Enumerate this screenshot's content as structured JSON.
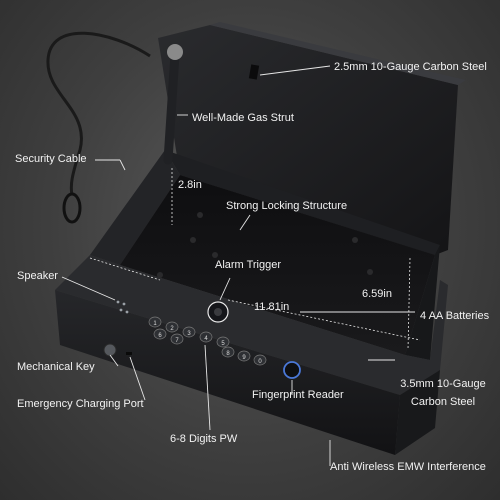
{
  "labels": {
    "carbon_steel_lid": "2.5mm 10-Gauge Carbon Steel",
    "gas_strut": "Well-Made Gas Strut",
    "security_cable": "Security Cable",
    "height": "2.8in",
    "locking_structure": "Strong Locking Structure",
    "speaker": "Speaker",
    "alarm_trigger": "Alarm Trigger",
    "depth": "6.59in",
    "width": "11.81in",
    "batteries": "4 AA Batteries",
    "mechanical_key": "Mechanical Key",
    "fingerprint_reader": "Fingerprint Reader",
    "carbon_steel_body_line1": "3.5mm 10-Gauge",
    "carbon_steel_body_line2": "Carbon Steel",
    "charging_port": "Emergency Charging Port",
    "digits_pw": "6-8 Digits PW",
    "anti_wireless": "Anti Wireless EMW Interference"
  },
  "keypad": [
    "1",
    "2",
    "3",
    "4",
    "5",
    "6",
    "7",
    "8",
    "9",
    "0"
  ],
  "colors": {
    "background": "#3f3f3f",
    "safe_body": "#1c1d20",
    "fingerprint_ring": "#4a78d8",
    "label_text": "#f2f2f2",
    "leader_line": "#e6e6e6"
  }
}
